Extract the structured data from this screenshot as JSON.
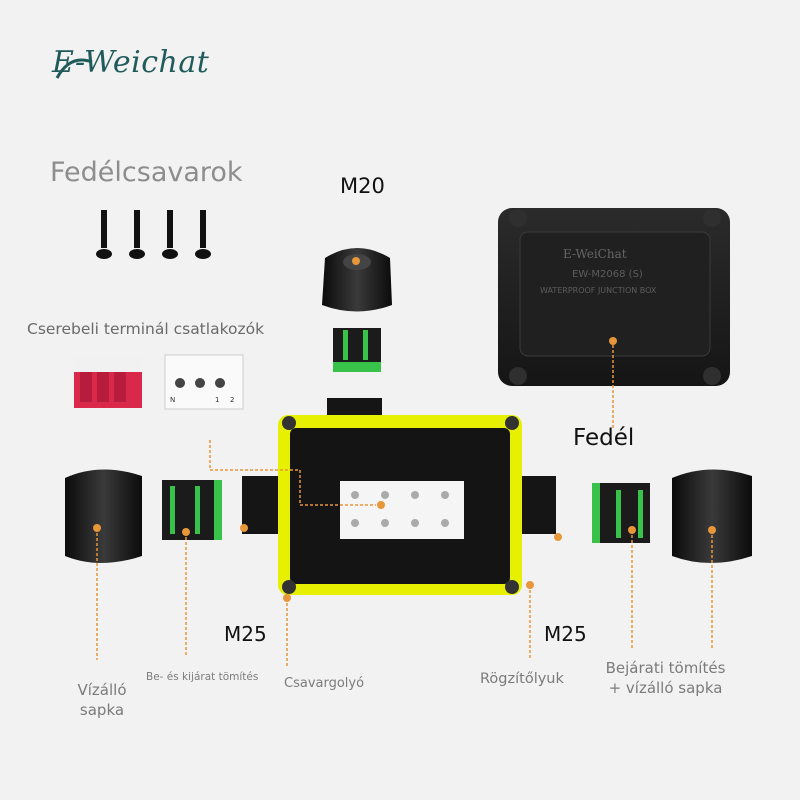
{
  "logo": {
    "text": "E-Weichat"
  },
  "labels": {
    "screws": "Fedélcsavarok",
    "terminals": "Cserebeli terminál csatlakozók",
    "m20": "M20",
    "lid": "Fedél",
    "m25_left": "M25",
    "m25_right": "M25",
    "waterproof_cap_line1": "Vízálló",
    "waterproof_cap_line2": "sapka",
    "in_out_seal": "Be- és kijárat tömítés",
    "screw_ball": "Csavargolyó",
    "fixing_hole": "Rögzítőlyuk",
    "inlet_seal_line1": "Bejárati tömítés",
    "inlet_seal_line2": "+ vízálló sapka"
  },
  "lid_print": {
    "brand": "E-WeiChat",
    "model": "EW-M2068 (S)",
    "desc": "WATERPROOF JUNCTION BOX"
  },
  "terminal_marks": {
    "n": "N",
    "one": "1",
    "two": "2"
  },
  "colors": {
    "background": "#f3f2f2",
    "logo": "#1f5b5a",
    "box_yellow": "#e6f000",
    "box_black": "#1a1a1a",
    "seal_green": "#39c24a",
    "terminal_red": "#d9284a",
    "leader_orange": "#e8963a"
  }
}
